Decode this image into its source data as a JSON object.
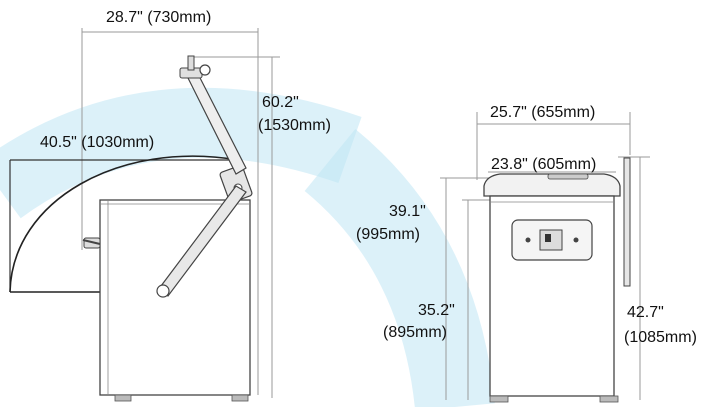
{
  "colors": {
    "accent_arc": "#bfe6f4",
    "outline": "#444444",
    "dim_line": "#9a9a9a",
    "text": "#111111"
  },
  "side_view": {
    "width": "28.7\" (730mm)",
    "lid_height_value": "60.2\"",
    "lid_height_mm": "(1530mm)",
    "lid_reach": "40.5\" (1030mm)"
  },
  "front_view": {
    "outer_width": "25.7\" (655mm)",
    "inner_width": "23.8\" (605mm)",
    "top_height_value": "39.1\"",
    "top_height_mm": "(995mm)",
    "body_height_value": "35.2\"",
    "body_height_mm": "(895mm)",
    "total_height_value": "42.7\"",
    "total_height_mm": "(1085mm)"
  }
}
